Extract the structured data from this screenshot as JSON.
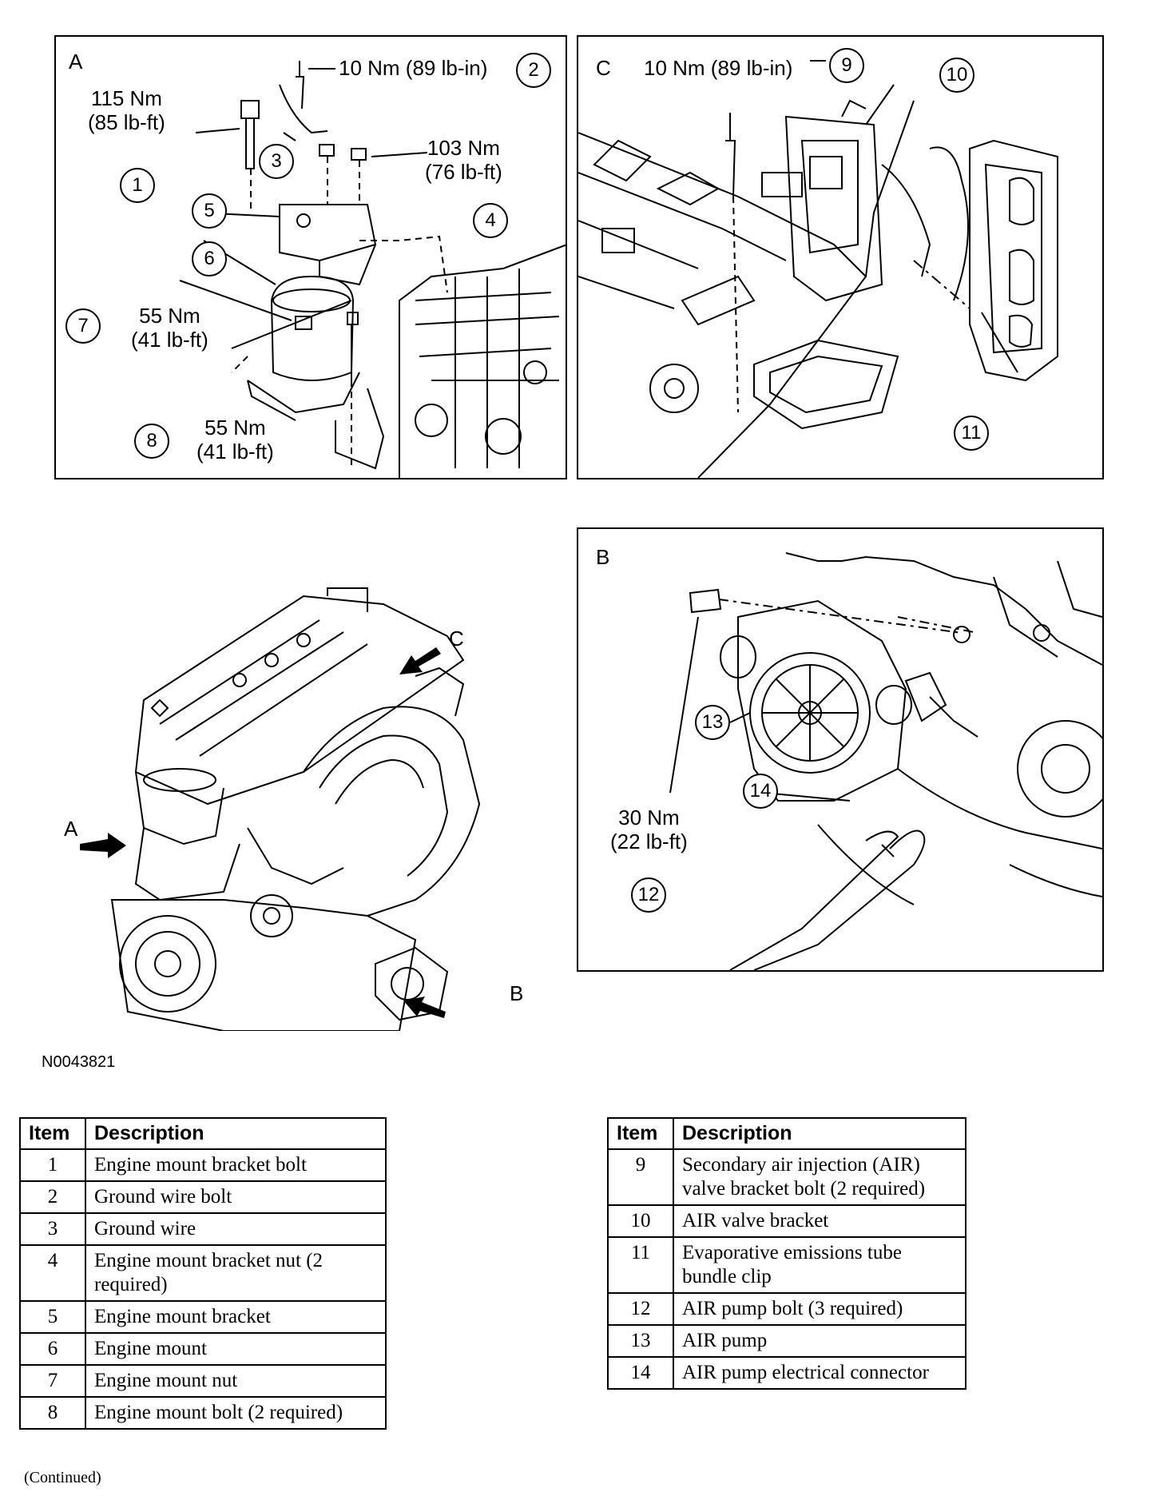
{
  "panels": {
    "A": {
      "letter": "A",
      "torque_1": [
        "115 Nm",
        "(85 lb-ft)"
      ],
      "torque_2": "10 Nm (89 lb-in)",
      "torque_4": [
        "103 Nm",
        "(76 lb-ft)"
      ],
      "torque_7": [
        "55 Nm",
        "(41 lb-ft)"
      ],
      "torque_8": [
        "55 Nm",
        "(41 lb-ft)"
      ],
      "callouts": [
        "1",
        "2",
        "3",
        "4",
        "5",
        "6",
        "7",
        "8"
      ]
    },
    "C": {
      "letter": "C",
      "torque_9": "10 Nm (89 lb-in)",
      "callouts": [
        "9",
        "10",
        "11"
      ]
    },
    "B": {
      "letter": "B",
      "torque_12": [
        "30 Nm",
        "(22 lb-ft)"
      ],
      "callouts": [
        "12",
        "13",
        "14"
      ]
    },
    "overview": {
      "arrow_labels": [
        "A",
        "B",
        "C"
      ]
    }
  },
  "figure_id": "N0043821",
  "legend_left": {
    "headers": [
      "Item",
      "Description"
    ],
    "rows": [
      {
        "item": "1",
        "desc": "Engine mount bracket bolt"
      },
      {
        "item": "2",
        "desc": "Ground wire bolt"
      },
      {
        "item": "3",
        "desc": "Ground wire"
      },
      {
        "item": "4",
        "desc": "Engine mount bracket nut (2 required)"
      },
      {
        "item": "5",
        "desc": "Engine mount bracket"
      },
      {
        "item": "6",
        "desc": "Engine mount"
      },
      {
        "item": "7",
        "desc": "Engine mount nut"
      },
      {
        "item": "8",
        "desc": "Engine mount bolt (2 required)"
      }
    ]
  },
  "legend_right": {
    "headers": [
      "Item",
      "Description"
    ],
    "rows": [
      {
        "item": "9",
        "desc": "Secondary air injection (AIR) valve bracket bolt (2 required)"
      },
      {
        "item": "10",
        "desc": "AIR valve bracket"
      },
      {
        "item": "11",
        "desc": "Evaporative emissions tube bundle clip"
      },
      {
        "item": "12",
        "desc": "AIR pump bolt (3 required)"
      },
      {
        "item": "13",
        "desc": "AIR pump"
      },
      {
        "item": "14",
        "desc": "AIR pump electrical connector"
      }
    ]
  },
  "continued": "(Continued)"
}
